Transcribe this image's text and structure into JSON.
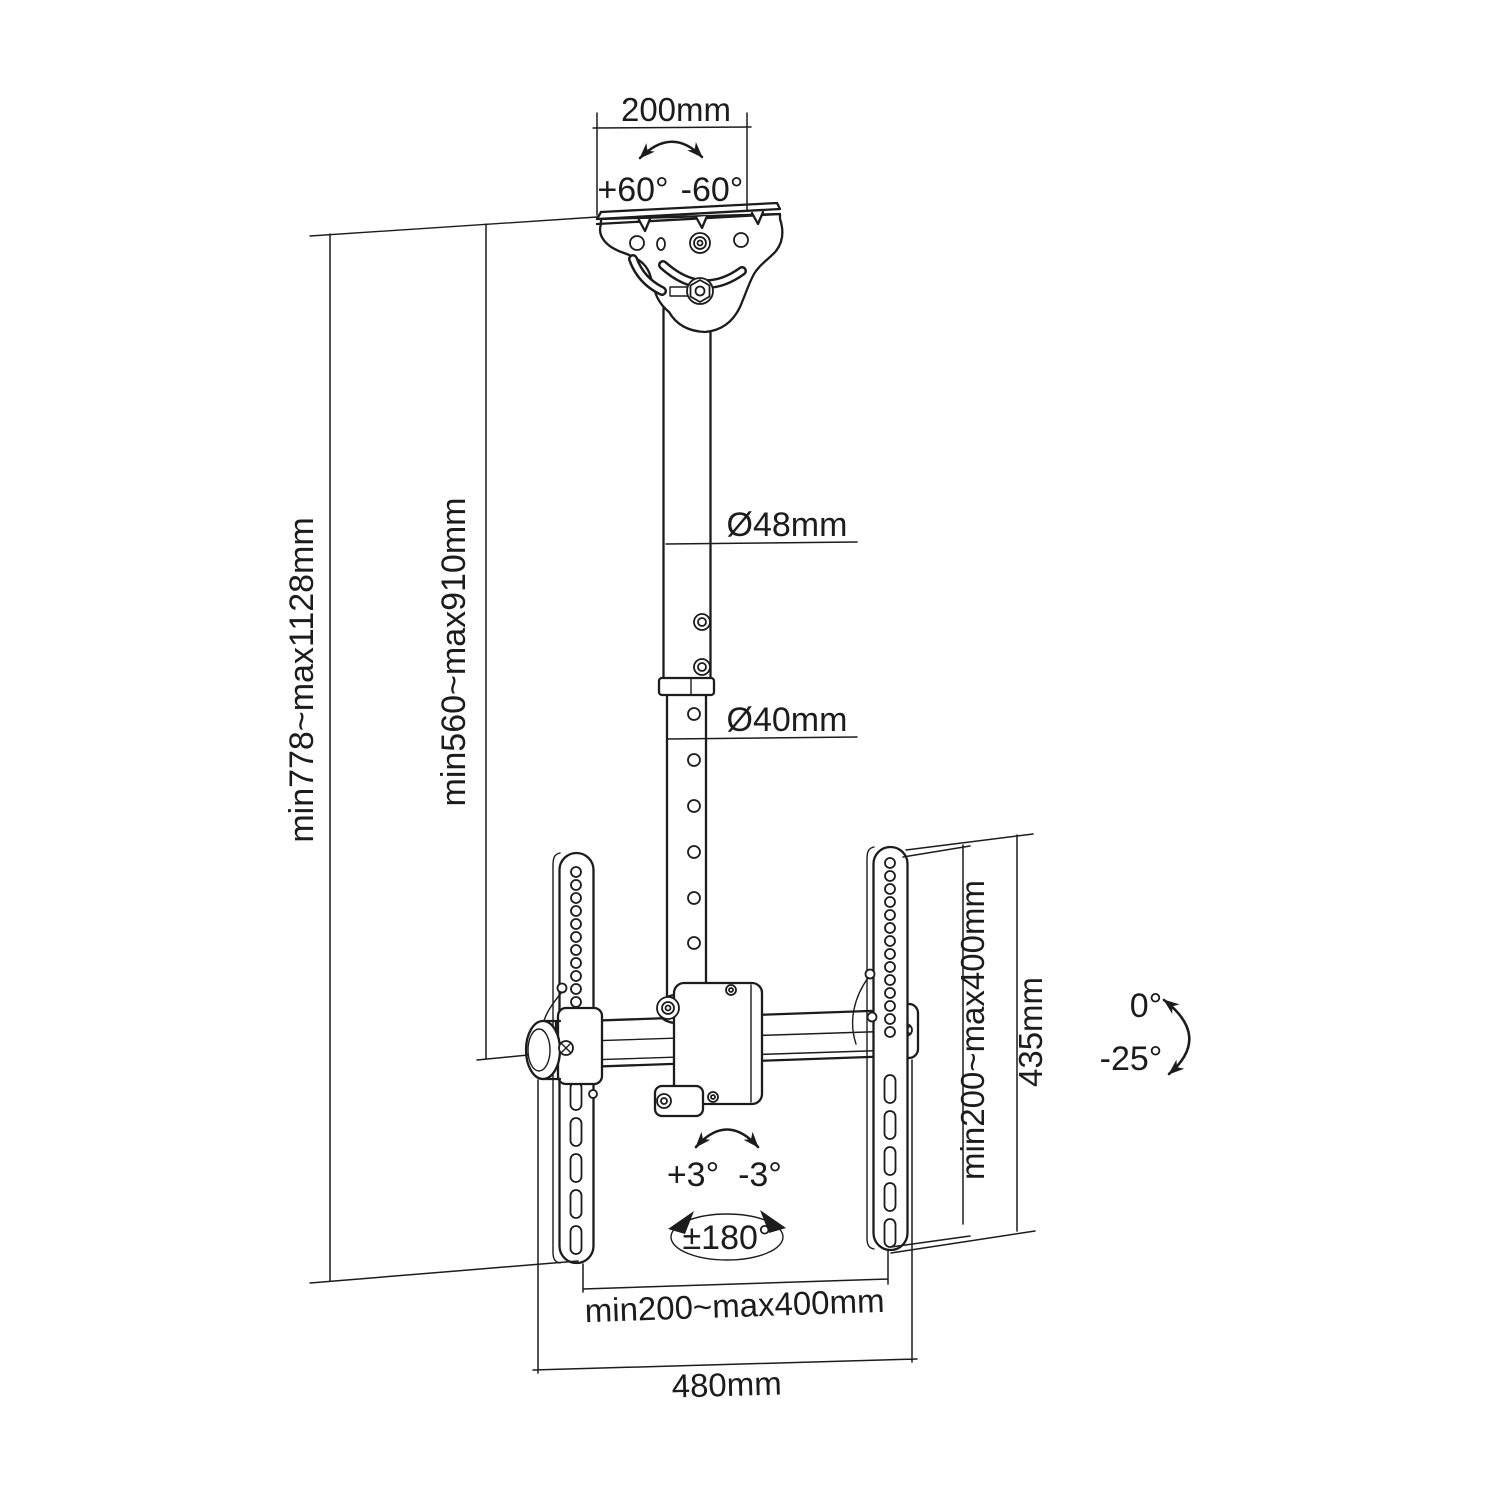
{
  "colors": {
    "line": "#1c1c1c",
    "background": "#ffffff"
  },
  "labels": {
    "ceiling_plate_width": "200mm",
    "swivel_positive": "+60°",
    "swivel_negative": "-60°",
    "upper_pole_diameter": "Ø48mm",
    "lower_pole_diameter": "Ø40mm",
    "overall_height_range": "min778~max1128mm",
    "pole_height_range": "min560~max910mm",
    "vesa_vertical_range": "min200~max400mm",
    "bracket_plate_height": "435mm",
    "tilt_zero": "0°",
    "tilt_negative": "-25°",
    "fine_tilt_positive": "+3°",
    "fine_tilt_negative": "-3°",
    "rotation_range": "±180°",
    "vesa_horizontal_range": "min200~max400mm",
    "crossbar_width": "480mm"
  }
}
